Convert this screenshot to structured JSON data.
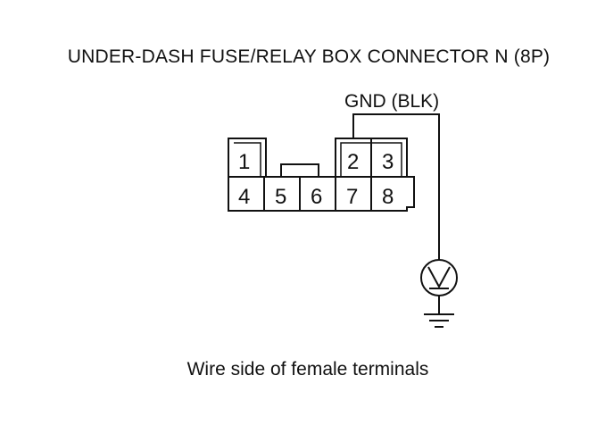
{
  "title": "UNDER-DASH FUSE/RELAY BOX CONNECTOR N (8P)",
  "ground_label": "GND (BLK)",
  "caption": "Wire side of female terminals",
  "connector": {
    "top_row": [
      "1",
      "2",
      "3"
    ],
    "bottom_row": [
      "4",
      "5",
      "6",
      "7",
      "8"
    ]
  },
  "meter_symbol": "V"
}
